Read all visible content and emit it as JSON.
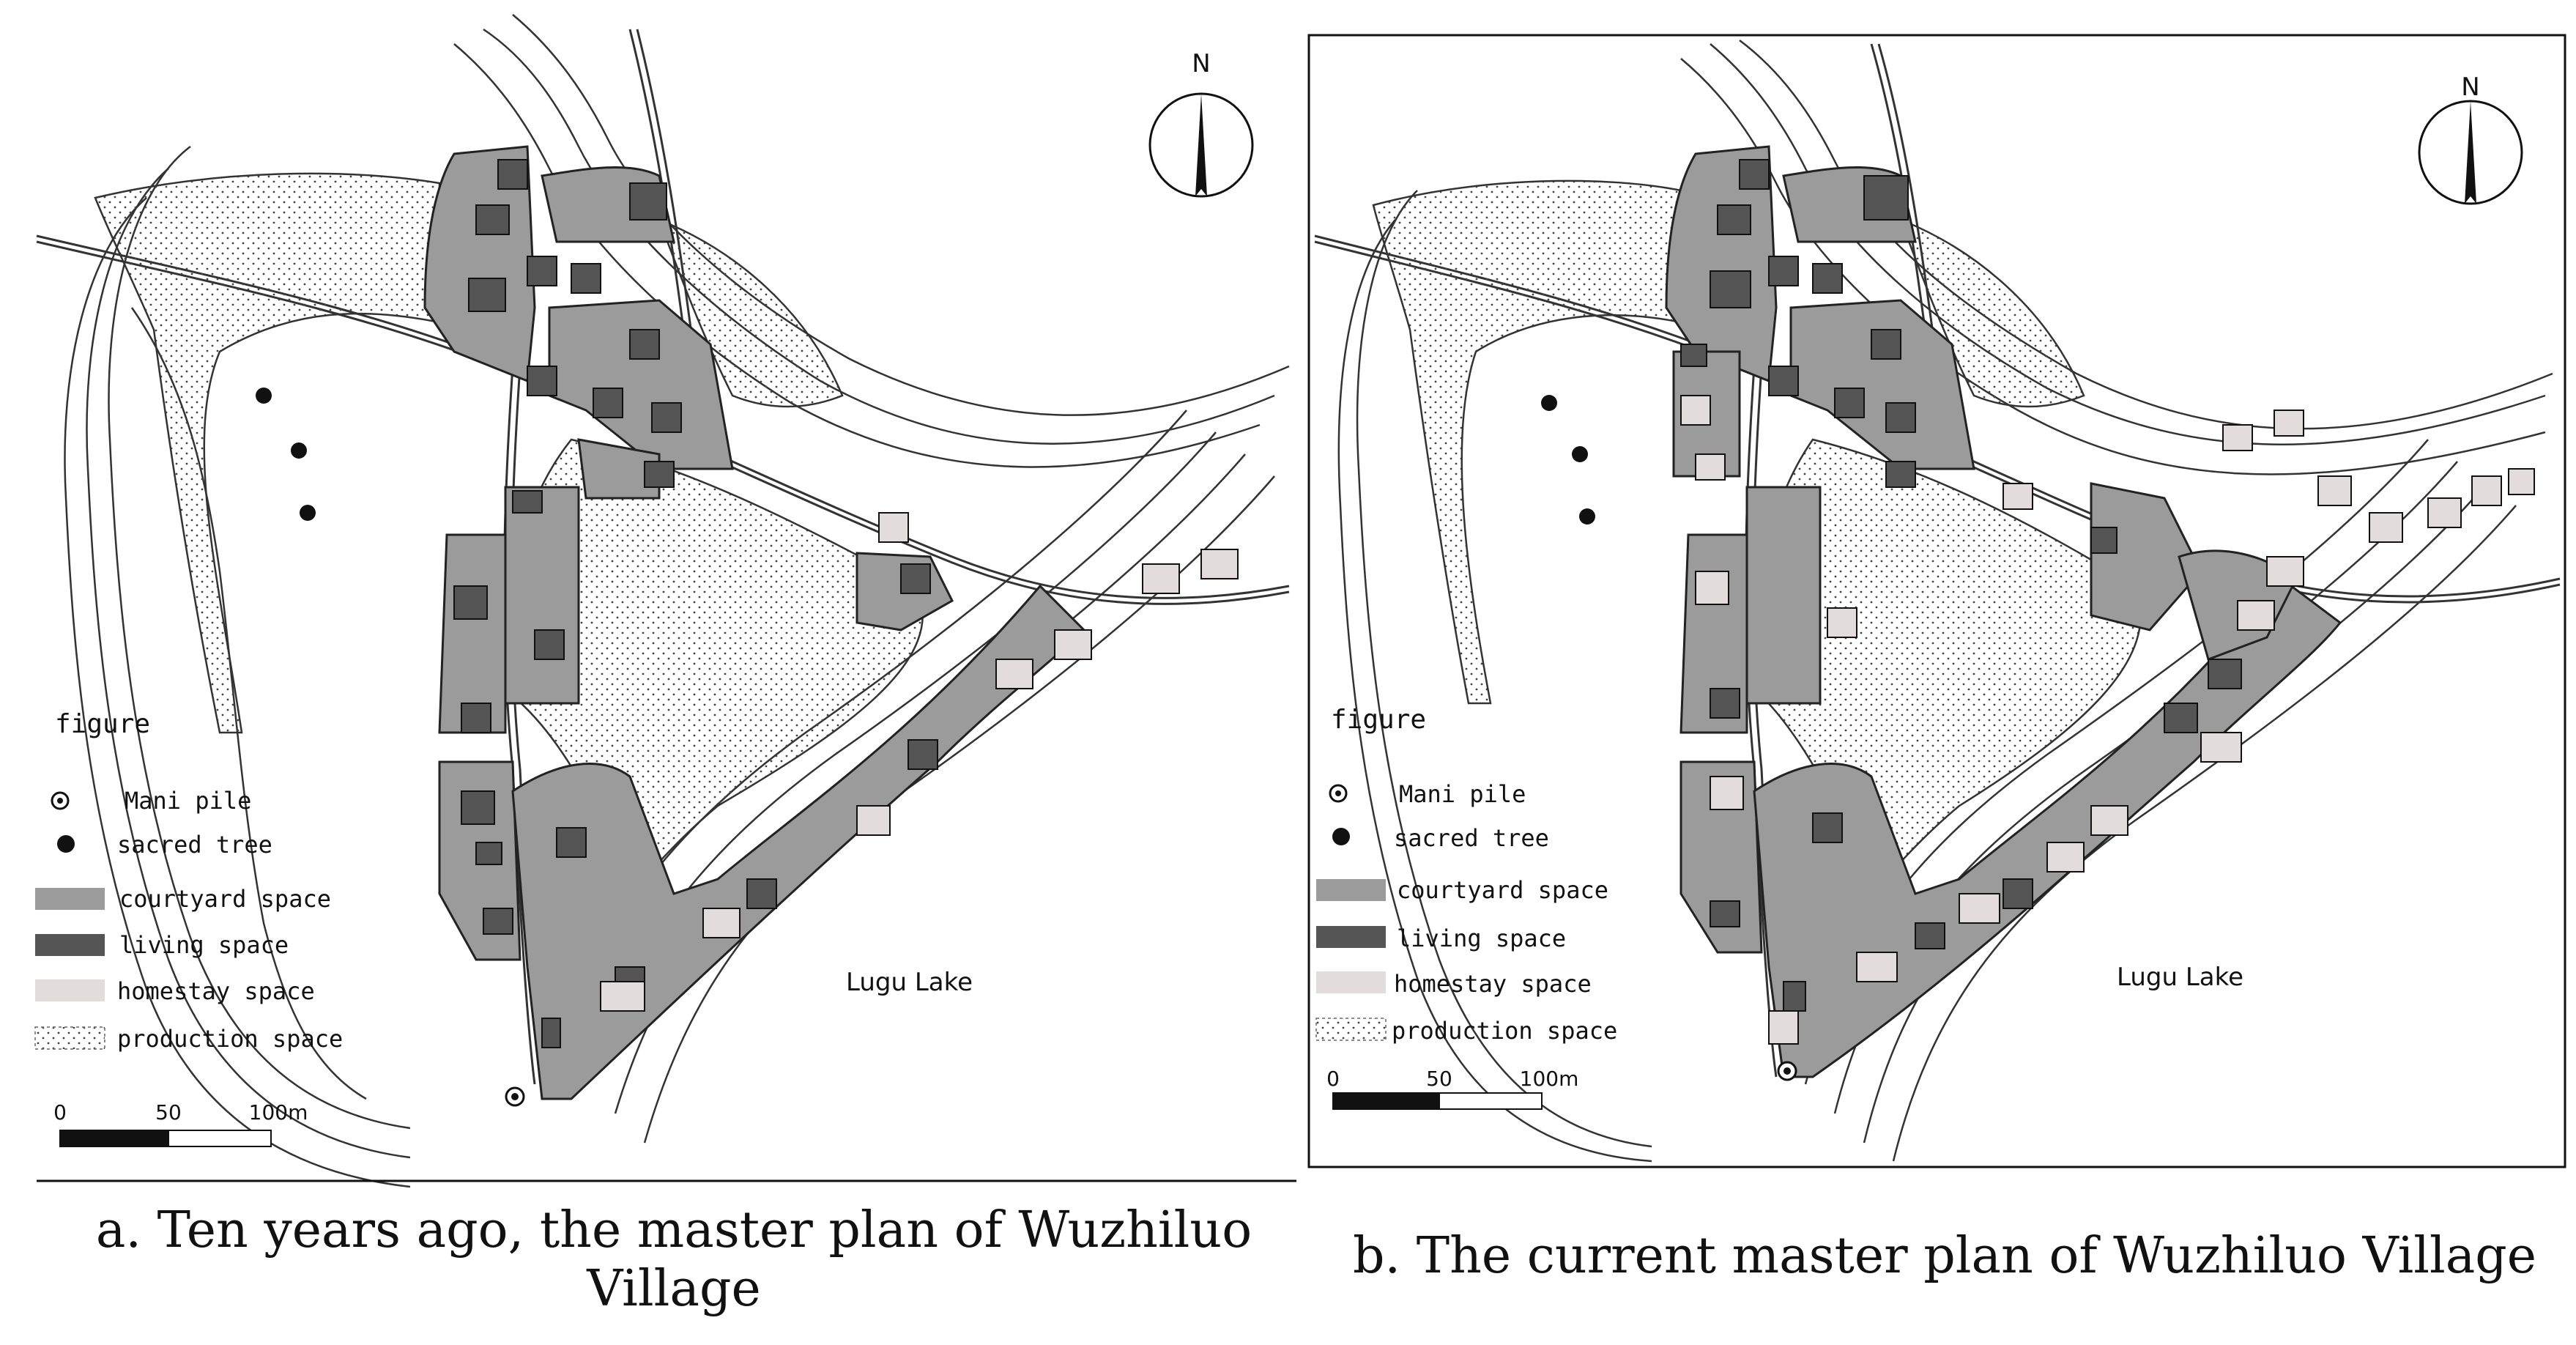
{
  "panels": [
    {
      "caption": "a. Ten years ago, the master plan of Wuzhiluo Village",
      "north": "N",
      "lake": "Lugu Lake",
      "legend": {
        "title": "figure",
        "items": [
          "Mani pile",
          "sacred tree",
          "courtyard space",
          "living space",
          "homestay space",
          "production space"
        ]
      },
      "scale": {
        "labels": [
          "0",
          "50",
          "100m"
        ]
      }
    },
    {
      "caption": "b. The current master plan of Wuzhiluo Village",
      "north": "N",
      "lake": "Lugu Lake",
      "legend": {
        "title": "figure",
        "items": [
          "Mani pile",
          "sacred tree",
          "courtyard space",
          "living space",
          "homestay space",
          "production space"
        ]
      },
      "scale": {
        "labels": [
          "0",
          "50",
          "100m"
        ]
      }
    }
  ],
  "colors": {
    "courtyard": "#9b9b9b",
    "living": "#555555",
    "homestay": "#e2dcdc",
    "outline": "#222222"
  }
}
